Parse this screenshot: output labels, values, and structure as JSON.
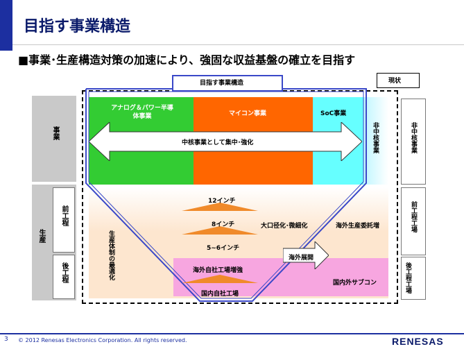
{
  "slide": {
    "title": "目指す事業構造",
    "subtitle": "■事業･生産構造対策の加速により、強固な収益基盤の確立を目指す",
    "page_number": "3",
    "copyright": "© 2012 Renesas Electronics Corporation. All rights reserved.",
    "logo_text": "RENESAS"
  },
  "diagram": {
    "target_label": "目指す事業構造",
    "current_label": "現状",
    "row_labels": {
      "business": "事業",
      "production": "生産",
      "front_end": "前工程",
      "back_end": "後工程"
    },
    "business": {
      "analog": "アナログ＆パワー半導体事業",
      "mcu": "マイコン事業",
      "soc": "SoC事業",
      "arrow": "中核事業として集中･強化",
      "noncore_inner": "非中核事業",
      "noncore_right": "非中核事業"
    },
    "production": {
      "optimization": "生産体制の最適化",
      "wafer_12": "12インチ",
      "wafer_8": "8インチ",
      "wafer_56": "5~6インチ",
      "diameter": "大口径化･微細化",
      "overseas_outsourcing": "海外生産委託増",
      "overseas_own": "海外自社工場増強",
      "domestic_own": "国内自社工場",
      "overseas_expansion": "海外展開",
      "subcon": "国内外サブコン",
      "right_front": "前工程工場",
      "right_back": "後工程工場"
    },
    "colors": {
      "analog": "#33cc33",
      "mcu": "#ff6600",
      "soc": "#66ffff",
      "production_bg": "#fde6cf",
      "pink": "#f7a6e0",
      "triangle": "#f08a2a",
      "outline_blue": "#3a48c8"
    }
  }
}
